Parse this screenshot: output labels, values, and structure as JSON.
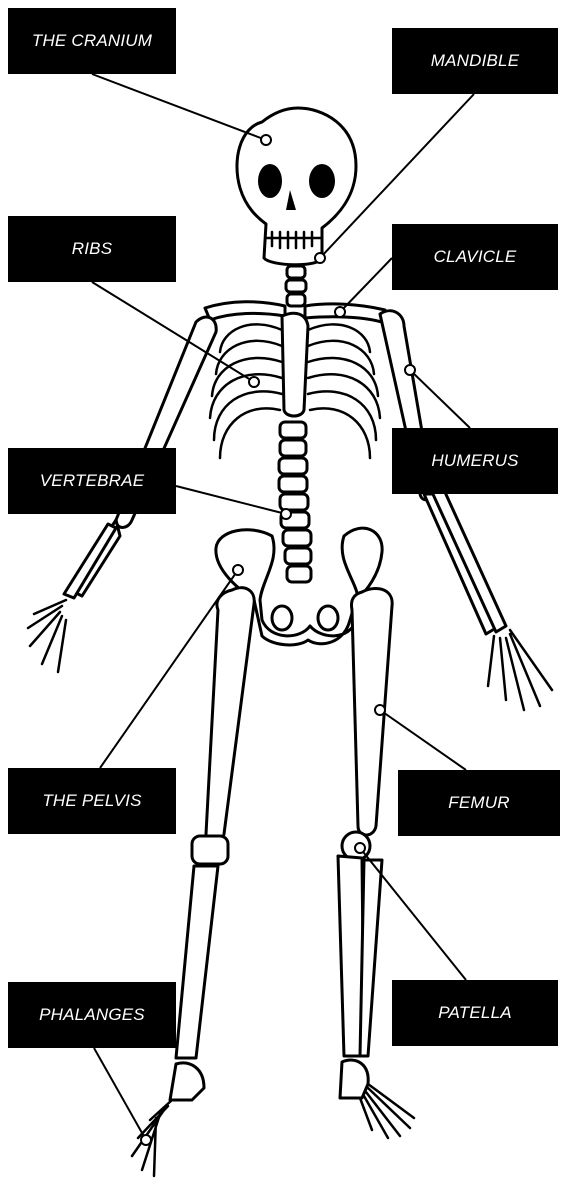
{
  "labels": {
    "cranium": "THE CRANIUM",
    "mandible": "MANDIBLE",
    "ribs": "RIBS",
    "clavicle": "CLAVICLE",
    "humerus": "HUMERUS",
    "vertebrae": "VERTEBRAE",
    "pelvis": "THE PELVIS",
    "femur": "FEMUR",
    "patella": "PATELLA",
    "phalanges": "PHALANGES"
  },
  "colors": {
    "label_background": "#000000",
    "label_text": "#ffffff",
    "outline": "#000000",
    "bone_fill": "#ffffff"
  }
}
